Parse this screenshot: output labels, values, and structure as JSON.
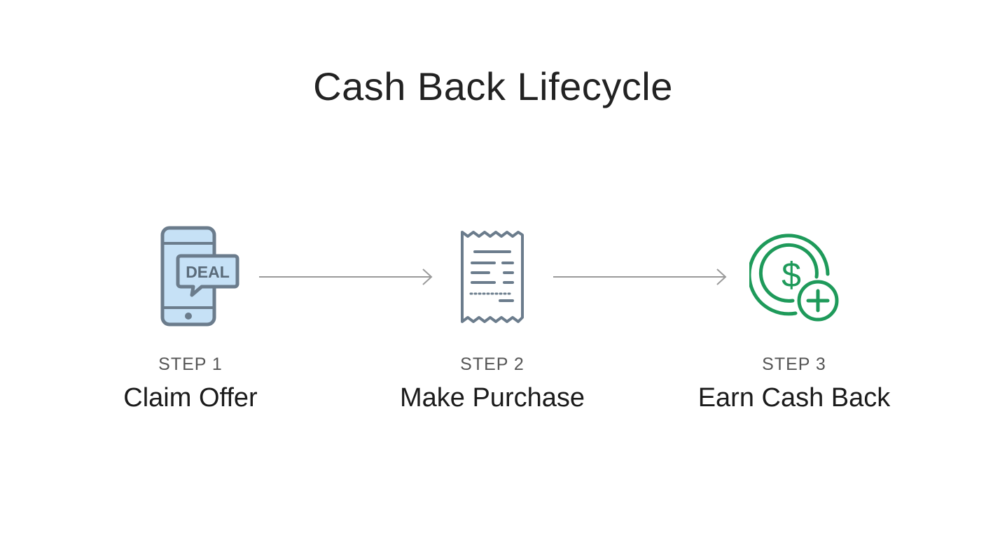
{
  "title": "Cash Back Lifecycle",
  "colors": {
    "icon_stroke": "#6b7c8c",
    "phone_fill": "#c6e1f6",
    "arrow": "#9a9a9a",
    "cash_green": "#1e9a5a"
  },
  "steps": [
    {
      "label": "STEP 1",
      "name": "Claim Offer",
      "icon": "phone-deal-icon",
      "icon_text": "DEAL"
    },
    {
      "label": "STEP 2",
      "name": "Make Purchase",
      "icon": "receipt-icon"
    },
    {
      "label": "STEP 3",
      "name": "Earn Cash Back",
      "icon": "cash-back-coin-icon"
    }
  ]
}
